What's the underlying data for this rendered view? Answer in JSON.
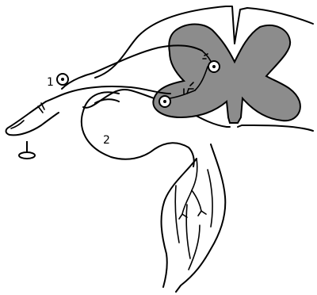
{
  "diagram": {
    "labels": [
      {
        "id": "neuron-1",
        "text": "1"
      },
      {
        "id": "neuron-2",
        "text": "2"
      }
    ],
    "colors": {
      "grey_matter": "#8c8c8c",
      "line": "#000000",
      "background": "#ffffff"
    },
    "icons": [
      "finger-icon",
      "spinal-cord-cross-section",
      "muscle-icon",
      "pin-receptor-icon"
    ]
  }
}
